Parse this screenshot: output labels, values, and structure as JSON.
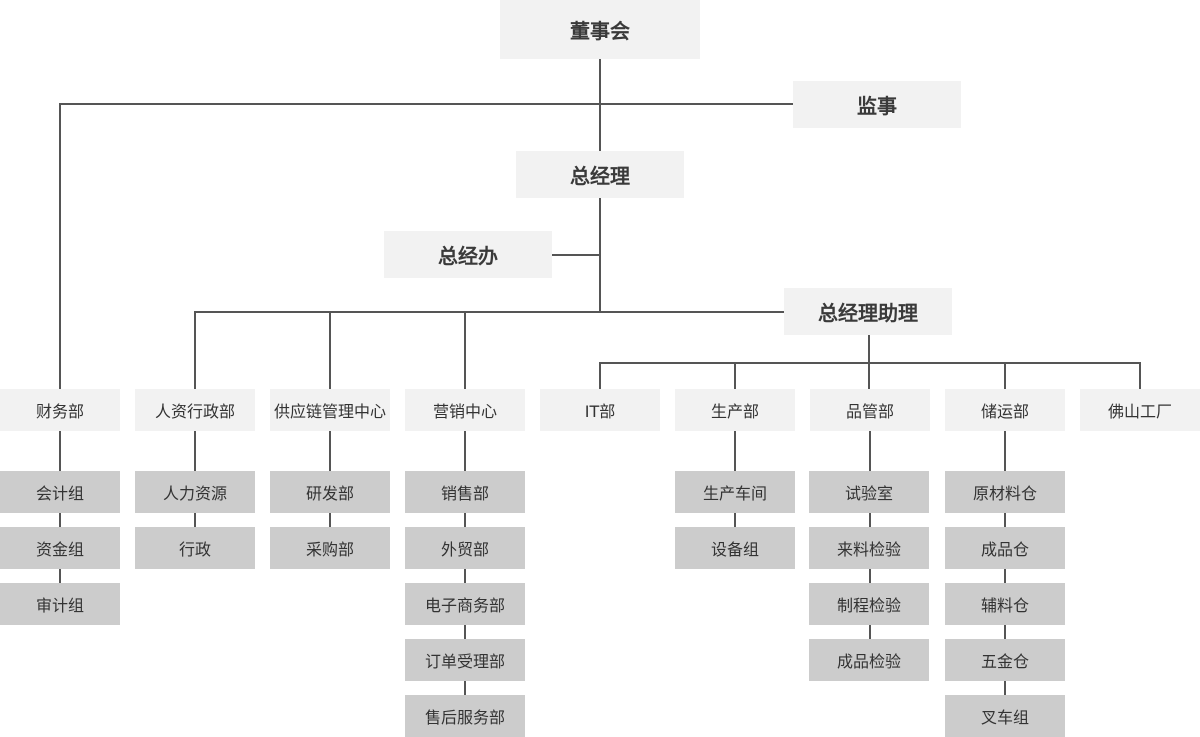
{
  "top": {
    "board": "董事会",
    "supervisor": "监事",
    "gm": "总经理",
    "gm_office": "总经办",
    "gm_assistant": "总经理助理"
  },
  "departments": [
    {
      "name": "财务部",
      "subs": [
        "会计组",
        "资金组",
        "审计组"
      ]
    },
    {
      "name": "人资行政部",
      "subs": [
        "人力资源",
        "行政"
      ]
    },
    {
      "name": "供应链管理中心",
      "subs": [
        "研发部",
        "采购部"
      ]
    },
    {
      "name": "营销中心",
      "subs": [
        "销售部",
        "外贸部",
        "电子商务部",
        "订单受理部",
        "售后服务部"
      ]
    },
    {
      "name": "IT部",
      "subs": []
    },
    {
      "name": "生产部",
      "subs": [
        "生产车间",
        "设备组"
      ]
    },
    {
      "name": "品管部",
      "subs": [
        "试验室",
        "来料检验",
        "制程检验",
        "成品检验"
      ]
    },
    {
      "name": "储运部",
      "subs": [
        "原材料仓",
        "成品仓",
        "辅料仓",
        "五金仓",
        "叉车组"
      ]
    },
    {
      "name": "佛山工厂",
      "subs": []
    }
  ]
}
